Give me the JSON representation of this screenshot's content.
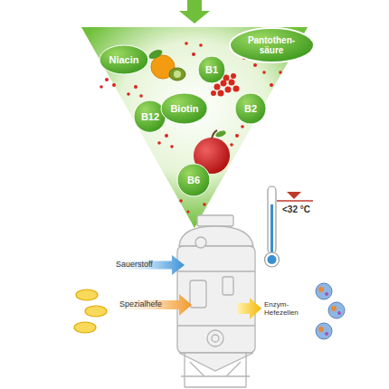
{
  "diagram": {
    "nodes": [
      {
        "text": [
          "Niacin"
        ]
      },
      {
        "text": [
          "Pantothen- säure"
        ]
      },
      {
        "text": [
          "B1"
        ]
      },
      {
        "text": [
          "B12"
        ]
      },
      {
        "text": [
          "Biotin"
        ]
      },
      {
        "text": [
          "B2"
        ]
      },
      {
        "text": [
          "B6"
        ]
      },
      {
        "text": [
          "Sauerstoff"
        ]
      },
      {
        "text": [
          "Spezialhefe"
        ]
      }
    ],
    "labels": [
      "<32 °C",
      "Enzym- Hefezellen"
    ]
  }
}
